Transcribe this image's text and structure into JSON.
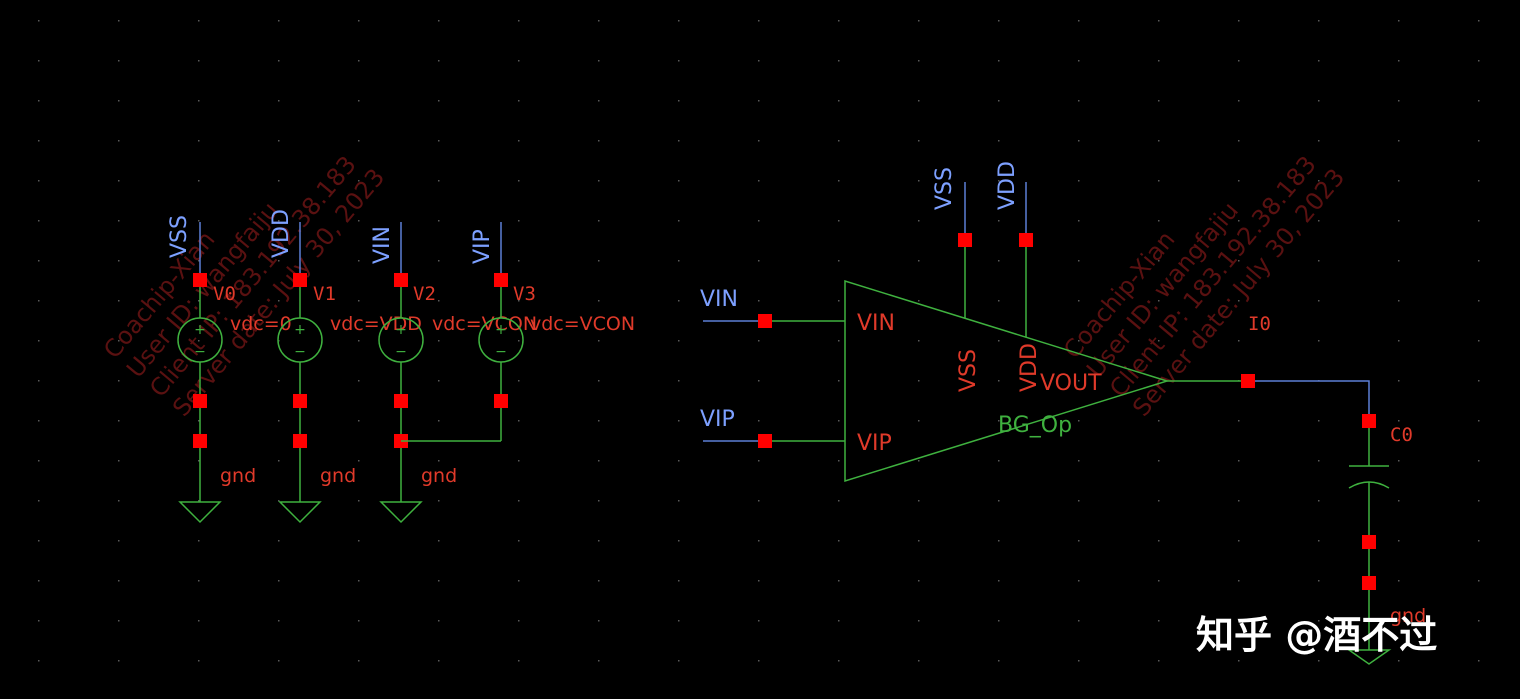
{
  "colors": {
    "background": "#000000",
    "wire": "#3fb13f",
    "net_wire": "#5c7fd6",
    "pin": "#ff0000",
    "net_label": "#7da0ff",
    "instance_label": "#e03a2a",
    "watermark": "#6a1414"
  },
  "sources": [
    {
      "net": "VSS",
      "instance": "V0",
      "param": "vdc=0",
      "ground": "gnd"
    },
    {
      "net": "VDD",
      "instance": "V1",
      "param": "vdc=VDD",
      "ground": "gnd"
    },
    {
      "net": "VIN",
      "instance": "V2",
      "param": "vdc=VCON",
      "ground": "gnd"
    },
    {
      "net": "VIP",
      "instance": "V3",
      "param": "vdc=VCON",
      "ground": null
    }
  ],
  "opamp": {
    "cell": "BG_Op",
    "pins": {
      "vin": "VIN",
      "vip": "VIP",
      "vss": "VSS",
      "vdd": "VDD",
      "vout": "VOUT"
    },
    "supply_nets": {
      "vss": "VSS",
      "vdd": "VDD"
    },
    "input_nets": {
      "vin": "VIN",
      "vip": "VIP"
    },
    "instance": "I0"
  },
  "capacitor": {
    "instance": "C0",
    "ground": "gnd"
  },
  "watermarks": [
    [
      "Coachip-Xian",
      "User ID: wangfaiju",
      "Client IP: 183.192.38.183",
      "Server date: July 30, 2023"
    ],
    [
      "Coachip-Xian",
      "User ID: wangfajiu",
      "Client IP: 183.192.38.183",
      "Server date: July 30, 2023"
    ]
  ],
  "brand": "知乎 @酒不过"
}
